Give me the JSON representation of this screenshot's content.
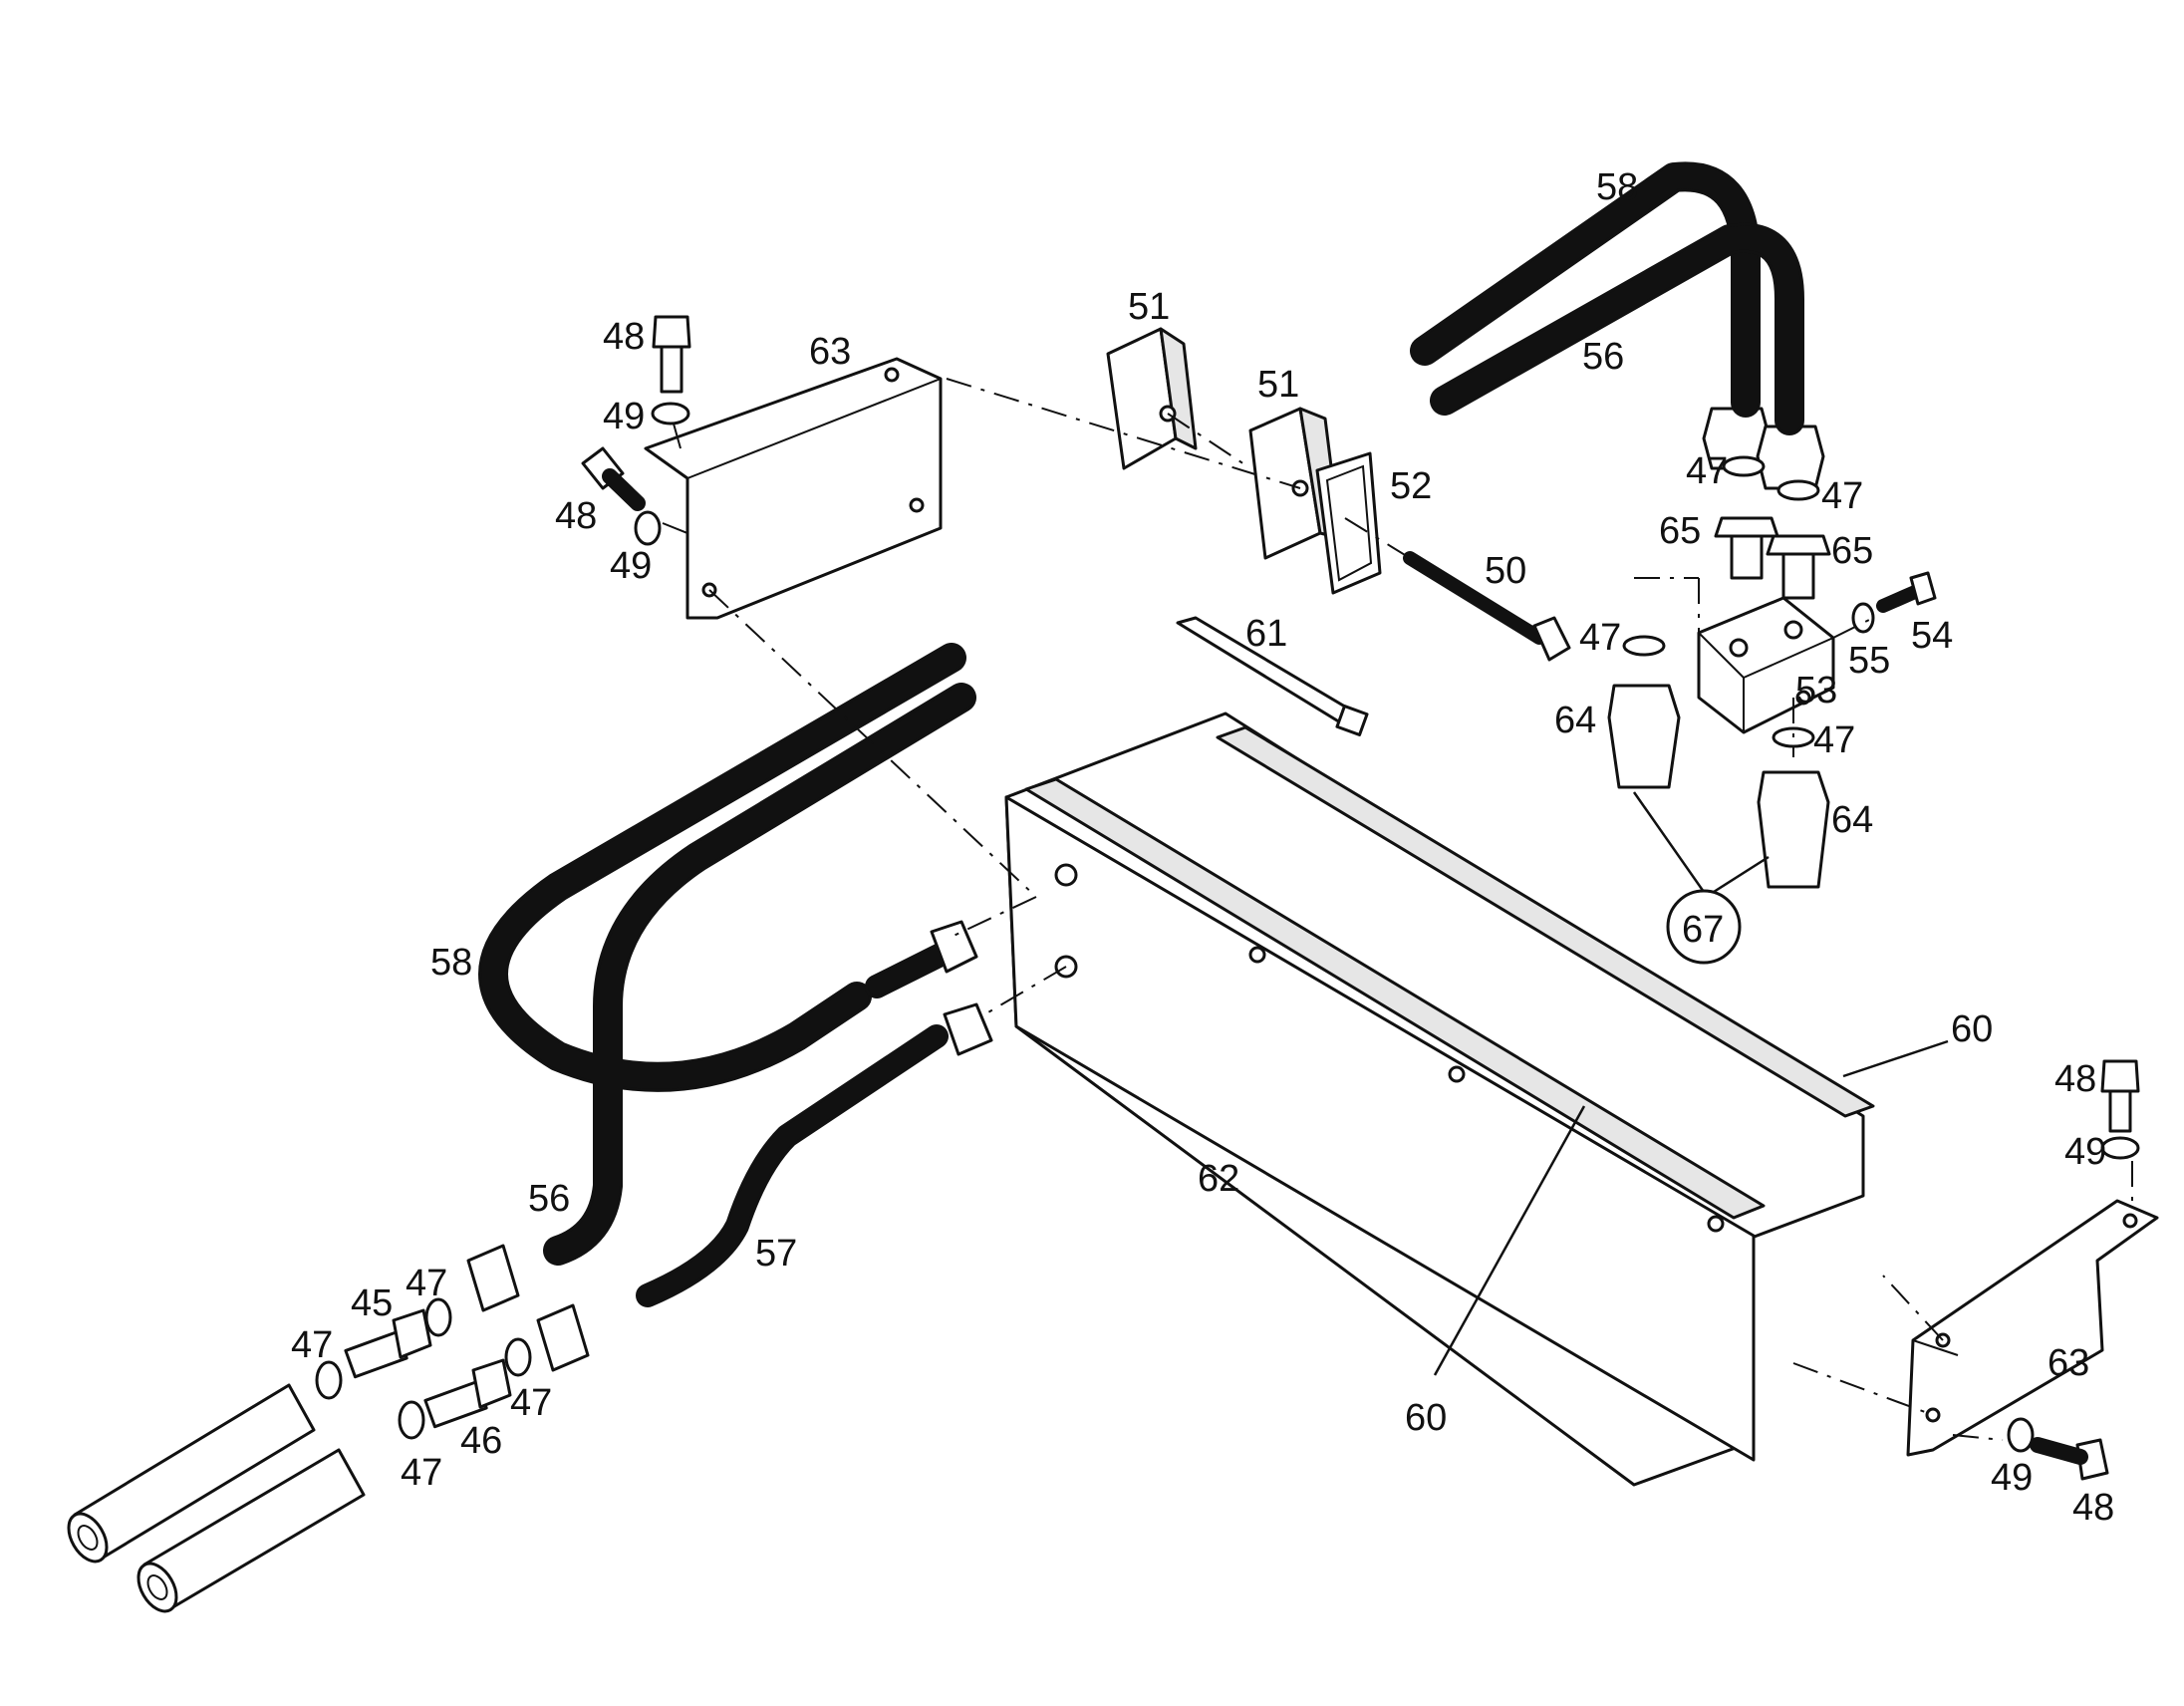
{
  "callouts": {
    "c45": "45",
    "c46": "46",
    "c47a": "47",
    "c47b": "47",
    "c47c": "47",
    "c47d": "47",
    "c47e": "47",
    "c47f": "47",
    "c47g": "47",
    "c47h": "47",
    "c48a": "48",
    "c48b": "48",
    "c48c": "48",
    "c48d": "48",
    "c49a": "49",
    "c49b": "49",
    "c49c": "49",
    "c49d": "49",
    "c50": "50",
    "c51a": "51",
    "c51b": "51",
    "c52": "52",
    "c53": "53",
    "c54": "54",
    "c55": "55",
    "c56a": "56",
    "c56b": "56",
    "c57": "57",
    "c58a": "58",
    "c58b": "58",
    "c60a": "60",
    "c60b": "60",
    "c61": "61",
    "c62": "62",
    "c63a": "63",
    "c63b": "63",
    "c64a": "64",
    "c64b": "64",
    "c65a": "65",
    "c65b": "65",
    "c67": "67"
  }
}
